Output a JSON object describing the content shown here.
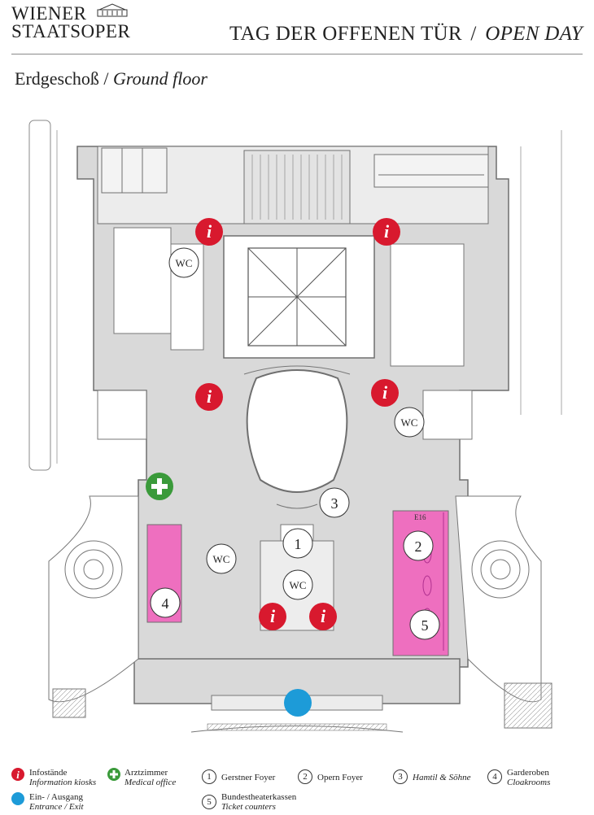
{
  "header": {
    "logo_line1": "WIENER",
    "logo_line2": "STAATSOPER",
    "title_de": "TAG DER OFFENEN TÜR",
    "separator": "/",
    "title_en": "OPEN DAY"
  },
  "floor": {
    "name_de": "Erdgeschoß",
    "separator": "/",
    "name_en": "Ground floor"
  },
  "map": {
    "info_glyph": "i",
    "wc_label": "WC",
    "medical_glyph": "+",
    "room_code": "E16",
    "markers": {
      "gerstner": "1",
      "opern": "2",
      "hamtil": "3",
      "garderoben": "4",
      "kassen": "5"
    },
    "colors": {
      "building": "#c8c8c8",
      "wall": "#777777",
      "cloakroom": "#ee6fbf",
      "info": "#d8192e",
      "medical": "#3a9a3a",
      "entrance": "#1d9bd8"
    }
  },
  "legend": {
    "info_de": "Infostände",
    "info_en": "Information kiosks",
    "medical_de": "Arztzimmer",
    "medical_en": "Medical office",
    "item1_num": "1",
    "item1_label": "Gerstner Foyer",
    "item2_num": "2",
    "item2_label": "Opern Foyer",
    "item3_num": "3",
    "item3_label": "Hamtil & Söhne",
    "item4_num": "4",
    "item4_label_de": "Garderoben",
    "item4_label_en": "Cloakrooms",
    "entrance_de": "Ein- / Ausgang",
    "entrance_en": "Entrance / Exit",
    "item5_num": "5",
    "item5_label_de": "Bundestheaterkassen",
    "item5_label_en": "Ticket counters"
  }
}
